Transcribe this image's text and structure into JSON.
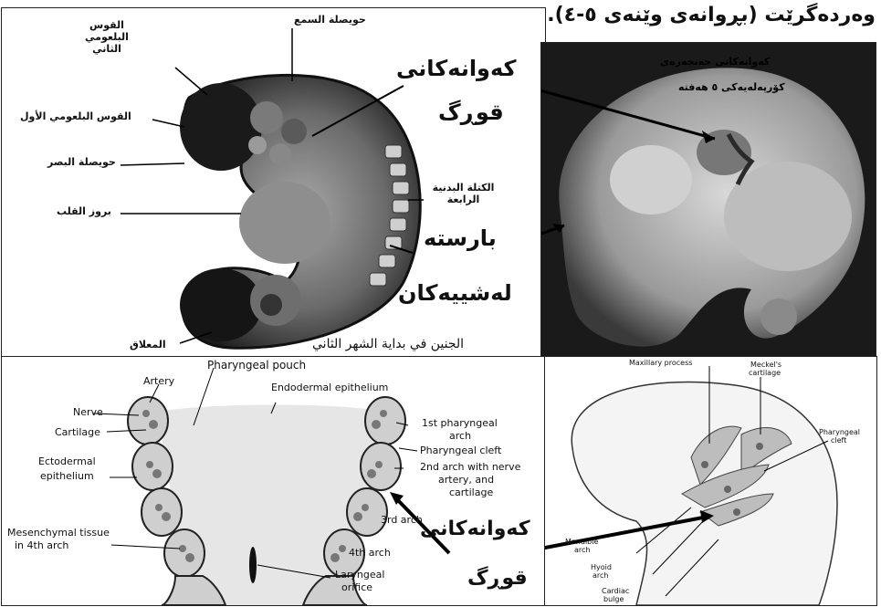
{
  "caption": "وەردەگرێت (بڕوانەی وێنەی ٥-٤).",
  "panel_tl": {
    "labels_ar": {
      "arch2": "القوس البلعومي الثاني",
      "otic": "حويصلة السمع",
      "arch1": "القوس البلعومي الأول",
      "optic": "حويصلة البصر",
      "heart": "بروز القلب",
      "somites": "الكتلة البدنية الرابعة",
      "stalk": "المعلاق"
    },
    "caption_ar": "الجنين في بداية الشهر الثاني",
    "ku_arches_1": "کەوانەکانی",
    "ku_arches_2": "قوڕگ",
    "ku_somites_1": "بارستە",
    "ku_somites_2": "لەشییەکان"
  },
  "panel_tr": {
    "overlay_1": "كەوانەکانی حەنجەرەی",
    "overlay_2": "کۆرپەلەیەکی ٥ هەفتە"
  },
  "panel_bl": {
    "labels": {
      "pouch": "Pharyngeal pouch",
      "artery": "Artery",
      "endo": "Endodermal epithelium",
      "nerve": "Nerve",
      "arch1": "1st pharyngeal",
      "arch1b": "arch",
      "cartilage": "Cartilage",
      "cleft": "Pharyngeal cleft",
      "ecto": "Ectodermal",
      "ecto2": "epithelium",
      "arch2": "2nd arch with nerve",
      "arch2b": "artery, and",
      "arch2c": "cartilage",
      "arch3": "3rd arch",
      "mes": "Mesenchymal tissue",
      "mes2": "in 4th arch",
      "arch4": "4th arch",
      "laryn": "Laryngeal",
      "laryn2": "orifice"
    },
    "ku_arches_1": "کەوانەکانی",
    "ku_arches_2": "قوڕگ"
  },
  "panel_br": {
    "labels": {
      "maxillary": "Maxillary process",
      "meckel": "Meckel's",
      "meckel2": "cartilage",
      "phar": "Pharyngeal",
      "phar2": "cleft",
      "mand": "Mandible",
      "mand2": "arch",
      "hyoid": "Hyoid",
      "hyoid2": "arch",
      "cardiac": "Cardiac",
      "cardiac2": "bulge"
    }
  }
}
